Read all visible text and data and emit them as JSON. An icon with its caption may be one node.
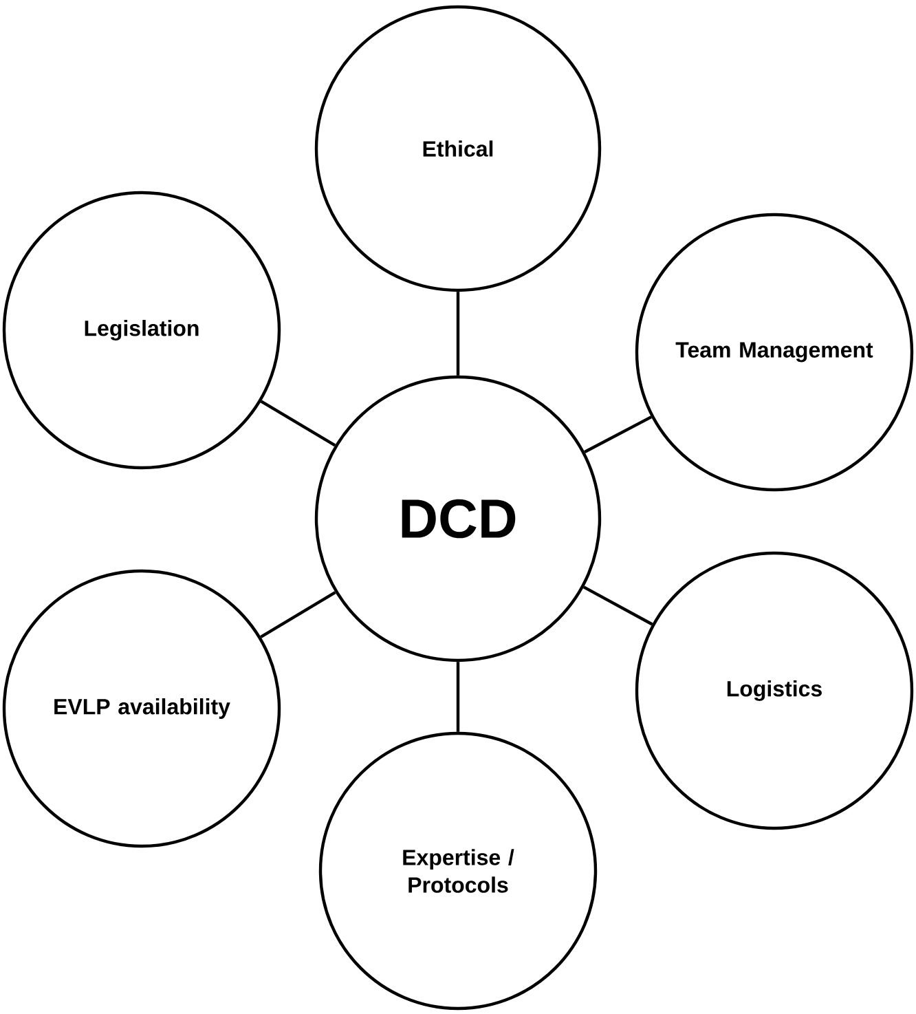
{
  "diagram": {
    "nodes": [
      {
        "text": [
          "Ethical"
        ]
      },
      {
        "text": [
          "Legislation"
        ]
      },
      {
        "text": [
          "Team Management"
        ]
      },
      {
        "text": [
          "DCD"
        ]
      },
      {
        "text": [
          "EVLP availability"
        ]
      },
      {
        "text": [
          "Logistics"
        ]
      },
      {
        "text": [
          "Expertise / Protocols"
        ]
      }
    ],
    "edges": [
      {
        "from": 3,
        "to": 0,
        "arrow": "none"
      },
      {
        "from": 3,
        "to": 1,
        "arrow": "none"
      },
      {
        "from": 3,
        "to": 2,
        "arrow": "none"
      },
      {
        "from": 3,
        "to": 4,
        "arrow": "none"
      },
      {
        "from": 3,
        "to": 5,
        "arrow": "none"
      },
      {
        "from": 3,
        "to": 6,
        "arrow": "none"
      }
    ]
  }
}
